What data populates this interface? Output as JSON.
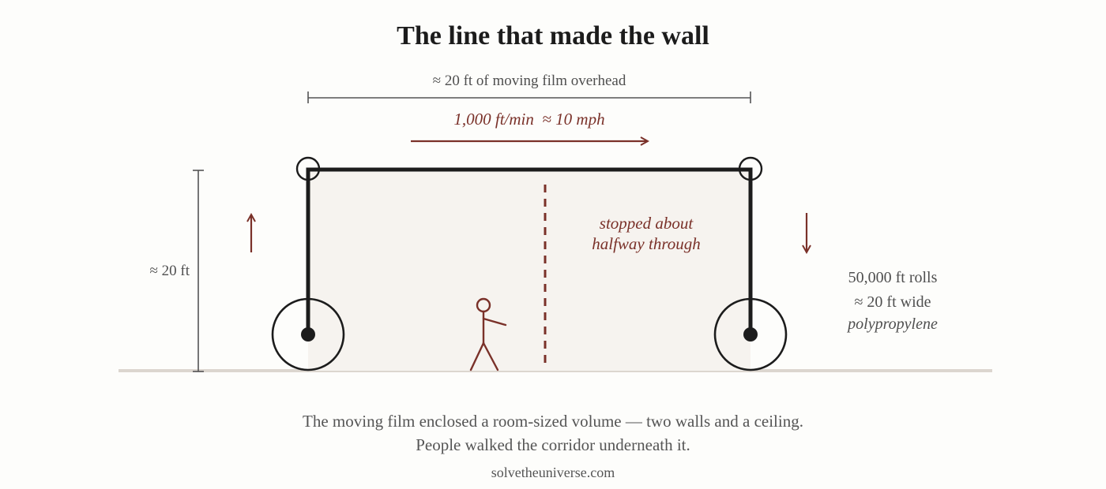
{
  "title": "The line that made the wall",
  "overhead_label": "≈ 20 ft of moving film overhead",
  "speed_label": "1,000 ft/min  ≈ 10 mph",
  "stopped_label": [
    "stopped about",
    "halfway through"
  ],
  "height_label": "≈ 20 ft",
  "rolls_label": [
    "50,000 ft rolls",
    "≈ 20 ft wide",
    "polypropylene"
  ],
  "caption": [
    "The moving film enclosed a room-sized volume — two walls and a ceiling.",
    "People walked the corridor underneath it."
  ],
  "source": "solvetheuniverse.com",
  "colors": {
    "accent": "#7a3129",
    "ink": "#1c1c1c",
    "dim": "#555555",
    "fill": "#f6f3ef",
    "floor": "#dcd6cf"
  }
}
